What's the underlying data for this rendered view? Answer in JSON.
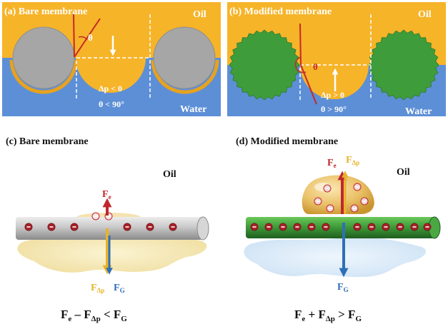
{
  "panel_a": {
    "title": "(a) Bare membrane",
    "oil": "Oil",
    "water": "Water",
    "dp_cond": "Δp < 0",
    "theta_cond": "θ < 90°",
    "theta": "θ"
  },
  "panel_b": {
    "title": "(b) Modified membrane",
    "oil": "Oil",
    "water": "Water",
    "dp_cond": "Δp > 0",
    "theta_cond": "θ > 90°",
    "theta": "θ"
  },
  "panel_c": {
    "title": "(c) Bare membrane",
    "oil": "Oil",
    "fe_main": "F",
    "fe_sub": "e",
    "fdp_main": "F",
    "fdp_sub": "Δp",
    "fg_main": "F",
    "fg_sub": "G",
    "equation": {
      "t1": "F",
      "s1": "e",
      "op1": " – F",
      "s2": "Δp",
      "op2": " < F",
      "s3": "G"
    }
  },
  "panel_d": {
    "title": "(d) Modified membrane",
    "oil": "Oil",
    "fe_main": "F",
    "fe_sub": "e",
    "fdp_main": "F",
    "fdp_sub": "Δp",
    "fg_main": "F",
    "fg_sub": "G",
    "equation": {
      "t1": "F",
      "s1": "e",
      "op1": " + F",
      "s2": "Δp",
      "op2": " > F",
      "s3": "G"
    }
  },
  "colors": {
    "oil": "#F6B429",
    "water": "#5D8FD6",
    "bare": "#A6A6A6",
    "modified": "#3F9C3A",
    "fe": "#C0272D",
    "fdp": "#E8B32A",
    "fg": "#2F6FB8"
  }
}
